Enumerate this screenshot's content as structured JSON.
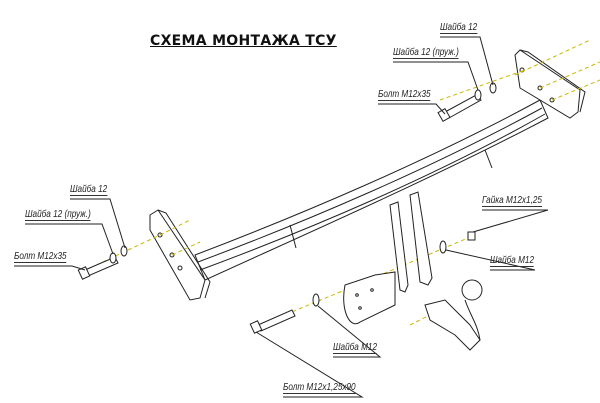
{
  "title": "СХЕМА МОНТАЖА ТСУ",
  "labels": {
    "right_washer": "Шайба 12",
    "right_spring_washer": "Шайба 12 (пруж.)",
    "right_bolt": "Болт М12х35",
    "left_washer": "Шайба 12",
    "left_spring_washer": "Шайба 12 (пруж.)",
    "left_bolt": "Болт М12х35",
    "nut": "Гайка М12х1,25",
    "washer_m12_right": "Шайба М12",
    "washer_m12_lower": "Шайба М12",
    "long_bolt": "Болт М12х1,25х90"
  }
}
